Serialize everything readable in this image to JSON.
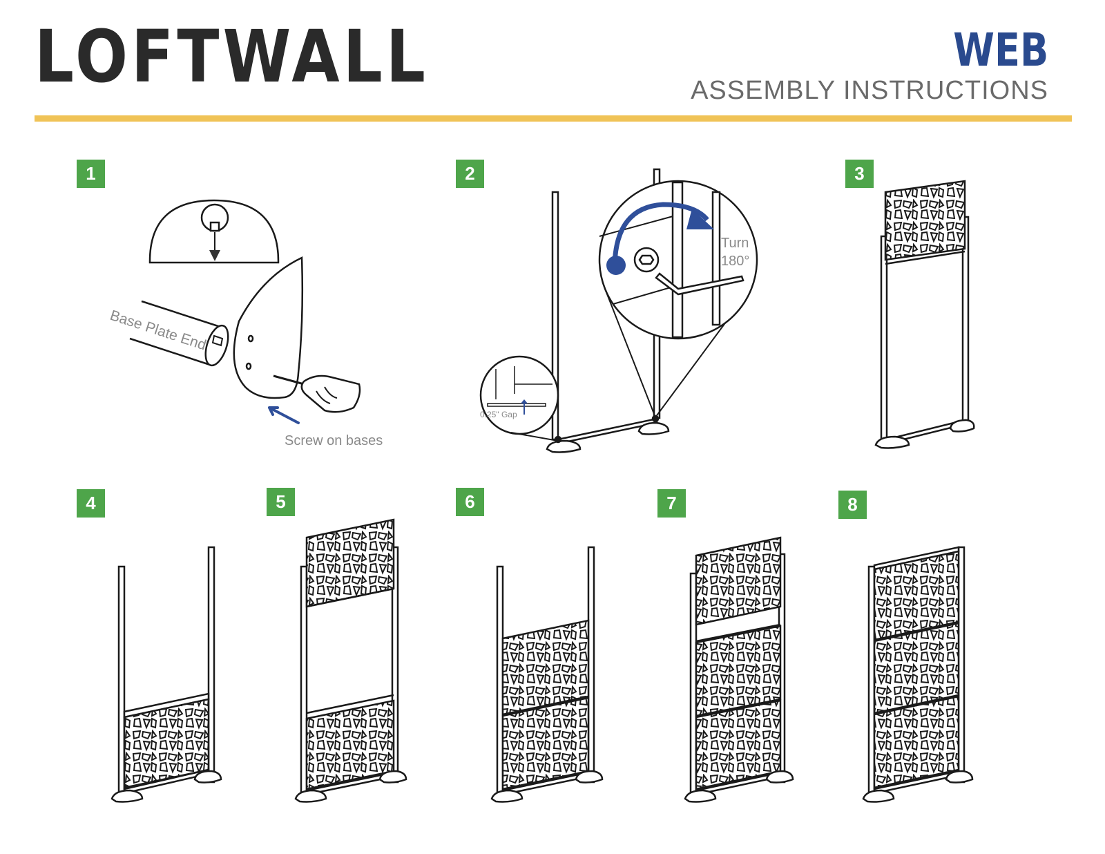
{
  "header": {
    "brand": "LOFTWALL",
    "product": "WEB",
    "subtitle": "ASSEMBLY INSTRUCTIONS"
  },
  "colors": {
    "accent_rule": "#f0c357",
    "step_badge": "#4ea54a",
    "product_blue": "#2a4a8e",
    "arrow_blue": "#2f4f9a"
  },
  "steps": [
    {
      "number": "1"
    },
    {
      "number": "2"
    },
    {
      "number": "3"
    },
    {
      "number": "4"
    },
    {
      "number": "5"
    },
    {
      "number": "6"
    },
    {
      "number": "7"
    },
    {
      "number": "8"
    }
  ],
  "labels": {
    "base_plate_end": "Base Plate End",
    "screw_on_bases": "Screw on bases",
    "turn": "Turn",
    "turn_degrees": "180°",
    "gap": "0.25\" Gap"
  }
}
